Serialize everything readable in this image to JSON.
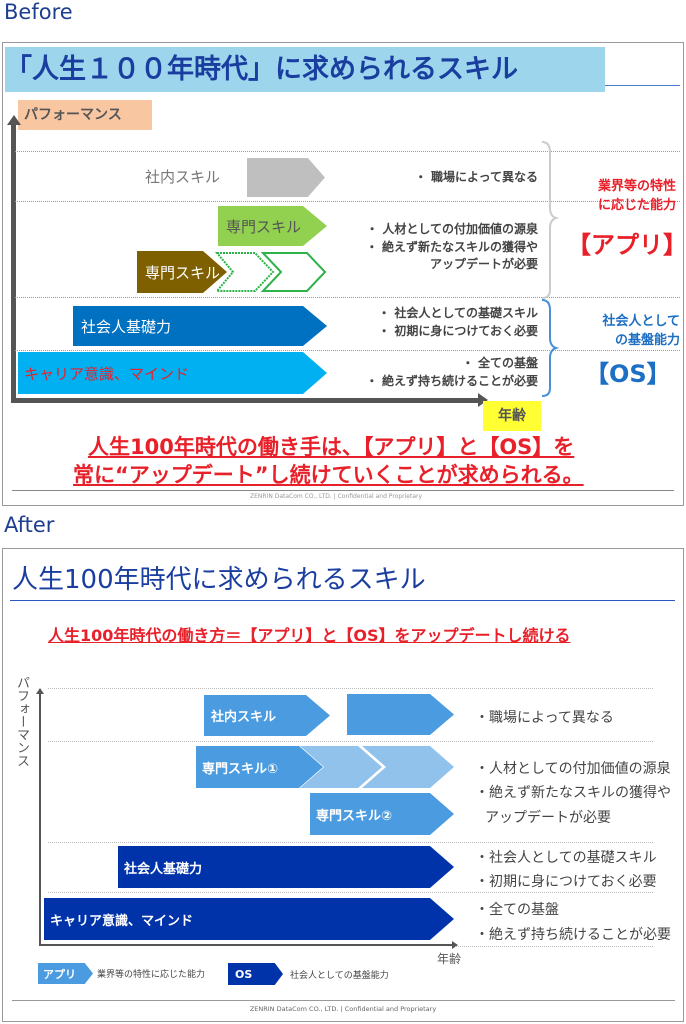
{
  "before": {
    "label": "Before",
    "title": "「人生１００年時代」に求められるスキル",
    "y_axis": "パフォーマンス",
    "x_axis": "年齢",
    "rows": [
      {
        "skill": "社内スキル",
        "bullets": [
          "・ 職場によって異なる"
        ]
      },
      {
        "skill": "専門スキル",
        "skill2": "専門スキル",
        "bullets": [
          "・ 人材としての付加価値の源泉",
          "・ 絶えず新たなスキルの獲得や",
          "アップデートが必要"
        ]
      },
      {
        "skill": "社会人基礎力",
        "bullets": [
          "・ 社会人としての基礎スキル",
          "・ 初期に身につけておく必要"
        ]
      },
      {
        "skill": "キャリア意識、マインド",
        "bullets": [
          "・ 全ての基盤",
          "・ 絶えず持ち続けることが必要"
        ]
      }
    ],
    "app_group": {
      "line1": "業界等の特性",
      "line2": "に応じた能力",
      "tag": "【アプリ】"
    },
    "os_group": {
      "line1": "社会人として",
      "line2": "の基盤能力",
      "tag": "【OS】"
    },
    "message": [
      "人生100年時代の働き手は、【アプリ】と【OS】を",
      "常に“アップデート”し続けていくことが求められる。"
    ],
    "footer": "ZENRIN DataCom CO., LTD. | Confidential and Proprietary"
  },
  "after": {
    "label": "After",
    "title": "人生100年時代に求められるスキル",
    "subtitle": "人生100年時代の働き方＝【アプリ】と【OS】をアップデートし続ける",
    "y_axis": "パフォーマンス",
    "x_axis": "年齢",
    "skills": {
      "internal": "社内スキル",
      "special1": "専門スキル①",
      "special2": "専門スキル②",
      "basic": "社会人基礎力",
      "career": "キャリア意識、マインド"
    },
    "bullets": [
      "・職場によって異なる",
      "・人材としての付加価値の源泉",
      "・絶えず新たなスキルの獲得や",
      "アップデートが必要",
      "・社会人としての基礎スキル",
      "・初期に身につけておく必要",
      "・全ての基盤",
      "・絶えず持ち続けることが必要"
    ],
    "legend": [
      {
        "tag": "アプリ",
        "text": "業界等の特性に応じた能力",
        "color": "#4a9be0"
      },
      {
        "tag": "OS",
        "text": "社会人としての基盤能力",
        "color": "#0033aa"
      }
    ],
    "footer": "ZENRIN DataCom CO., LTD.  |  Confidential and Proprietary"
  }
}
